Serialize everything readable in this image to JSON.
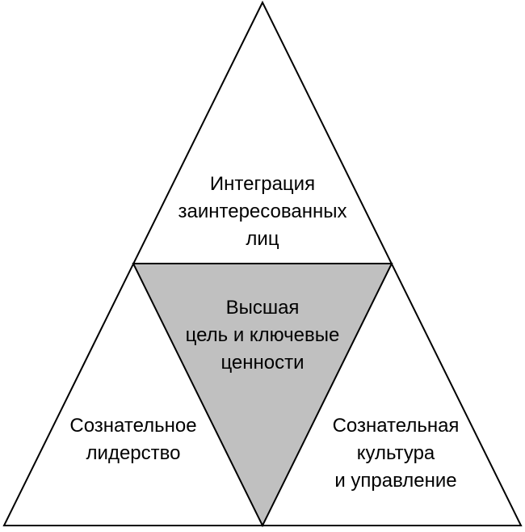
{
  "diagram": {
    "colors": {
      "stroke": "#000000",
      "center_fill": "#c0c0c0",
      "outer_fill": "#ffffff"
    },
    "top": {
      "lines": [
        "Интеграция",
        "заинтересованных",
        "лиц"
      ]
    },
    "center": {
      "lines": [
        "Высшая",
        "цель и ключевые",
        "ценности"
      ]
    },
    "left": {
      "lines": [
        "Сознательное",
        "лидерство"
      ]
    },
    "right": {
      "lines": [
        "Сознательная",
        "культура",
        "и управление"
      ]
    }
  }
}
